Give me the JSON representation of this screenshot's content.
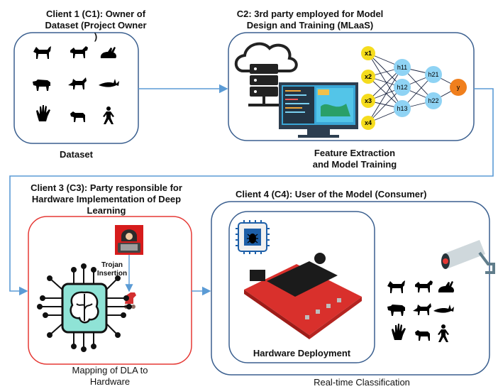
{
  "client1": {
    "title_line1": "Client 1 (C1): Owner of",
    "title_line2": "Dataset (Project Owner )",
    "caption": "Dataset"
  },
  "client2": {
    "title_line1": "C2: 3rd party employed for Model",
    "title_line2": "Design and Training (MLaaS)",
    "caption_line1": "Feature Extraction",
    "caption_line2": "and  Model Training",
    "nn": {
      "inputs": [
        "x1",
        "x2",
        "x3",
        "x4"
      ],
      "hidden1": [
        "h11",
        "h12",
        "h13"
      ],
      "hidden2": [
        "h21",
        "h22"
      ],
      "output": "y"
    }
  },
  "client3": {
    "title_line1": "Client 3 (C3): Party responsible for",
    "title_line2": "Hardware Implementation of Deep",
    "title_line3": "Learning",
    "trojan_line1": "Trojan",
    "trojan_line2": "Insertion",
    "caption_line1": "Mapping of DLA to",
    "caption_line2": "Hardware"
  },
  "client4": {
    "title": "Client 4 (C4): User of the Model (Consumer)",
    "hardware_caption": "Hardware Deployment",
    "caption": "Real-time Classification"
  },
  "colors": {
    "box_border": "#3a5f8f",
    "arrow": "#5b9bd5",
    "hw_border": "#e53935",
    "input_node": "#f5dc1e",
    "hidden_node": "#8fd3f4",
    "output_node": "#f07f1d",
    "chip_teal": "#8fe3d6",
    "board_red": "#d9302c"
  }
}
